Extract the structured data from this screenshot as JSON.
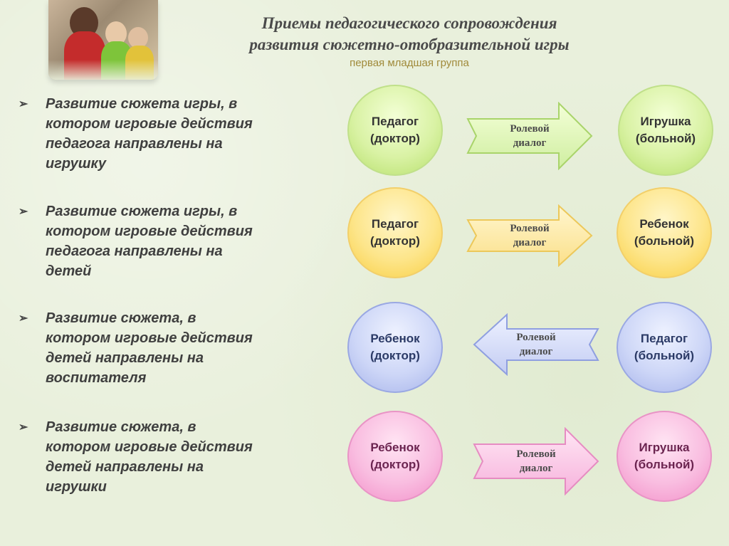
{
  "header": {
    "title_line1": "Приемы педагогического сопровождения",
    "title_line2": "развития сюжетно-отобразительной игры",
    "subtitle": "первая младшая группа"
  },
  "colors": {
    "green": "#b6e06a",
    "yellow": "#f8cf43",
    "blue": "#a7b4ea",
    "pink": "#f28fc8"
  },
  "rows": [
    {
      "bullet": "Развитие сюжета игры, в\nкотором игровые действия\nпедагога направлены на\nигрушку",
      "left": "Педагог\n(доктор)",
      "arrow": "Ролевой\nдиалог",
      "arrow_direction": "right",
      "right": "Игрушка\n(больной)",
      "color": "green"
    },
    {
      "bullet": "Развитие сюжета игры, в\nкотором игровые действия\nпедагога направлены на\nдетей",
      "left": "Педагог\n(доктор)",
      "arrow": "Ролевой\nдиалог",
      "arrow_direction": "right",
      "right": "Ребенок\n(больной)",
      "color": "yellow"
    },
    {
      "bullet": "Развитие сюжета, в\nкотором игровые действия\nдетей направлены на\nвоспитателя",
      "left": "Ребенок\n(доктор)",
      "arrow": "Ролевой\nдиалог",
      "arrow_direction": "left",
      "right": "Педагог\n(больной)",
      "color": "blue"
    },
    {
      "bullet": "Развитие сюжета, в\nкотором игровые действия\nдетей направлены на\nигрушки",
      "left": "Ребенок\n(доктор)",
      "arrow": "Ролевой\nдиалог",
      "arrow_direction": "right",
      "right": "Игрушка\n(больной)",
      "color": "pink"
    }
  ]
}
